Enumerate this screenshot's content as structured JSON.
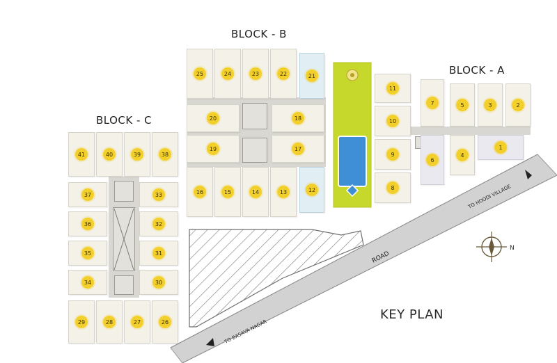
{
  "blocks": {
    "a": {
      "label": "BLOCK - A"
    },
    "b": {
      "label": "BLOCK - B"
    },
    "c": {
      "label": "BLOCK - C"
    }
  },
  "key_plan_label": "KEY PLAN",
  "road": {
    "label": "ROAD",
    "left_direction": "TO BASAVA NAGAR",
    "right_direction": "TO HOODI VILLAGE"
  },
  "north_label": "N",
  "units": {
    "u1": "1",
    "u2": "2",
    "u3": "3",
    "u4": "4",
    "u5": "5",
    "u6": "6",
    "u7": "7",
    "u8": "8",
    "u9": "9",
    "u10": "10",
    "u11": "11",
    "u12": "12",
    "u13": "13",
    "u14": "14",
    "u15": "15",
    "u16": "16",
    "u17": "17",
    "u18": "18",
    "u19": "19",
    "u20": "20",
    "u21": "21",
    "u22": "22",
    "u23": "23",
    "u24": "24",
    "u25": "25",
    "u26": "26",
    "u27": "27",
    "u28": "28",
    "u29": "29",
    "u30": "30",
    "u31": "31",
    "u32": "32",
    "u33": "33",
    "u34": "34",
    "u35": "35",
    "u36": "36",
    "u37": "37",
    "u38": "38",
    "u39": "39",
    "u40": "40",
    "u41": "41"
  },
  "colors": {
    "amenity_green": "#c7d82c",
    "pool_blue": "#3f8fd6",
    "unit_marker": "#f3cf2c",
    "road_grey": "#d2d2d2",
    "hatch": "#8a8a8a"
  }
}
